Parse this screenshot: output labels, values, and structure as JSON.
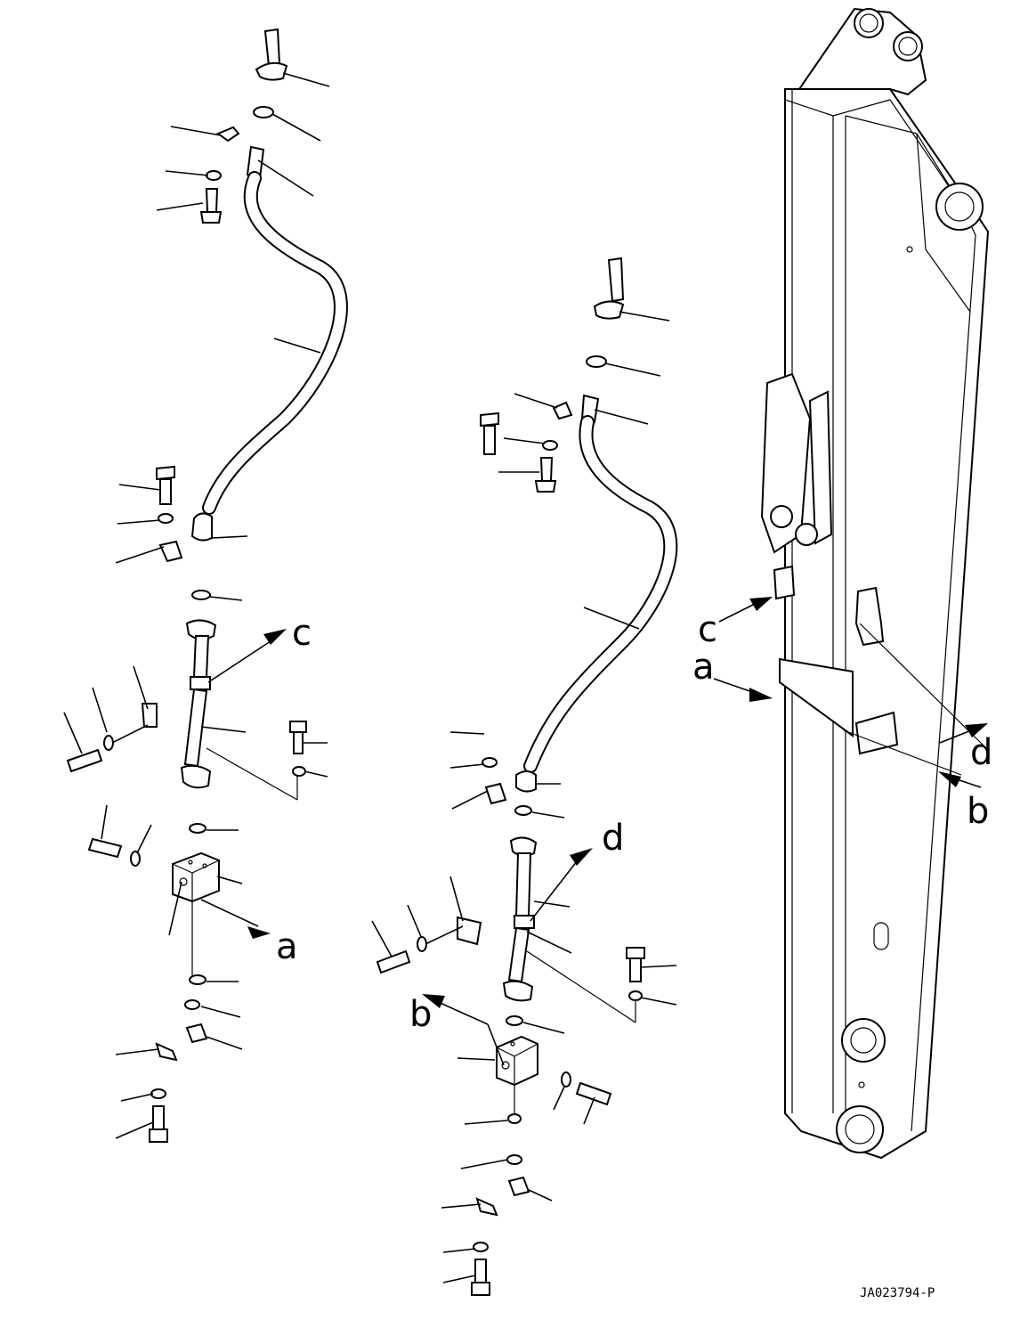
{
  "diagram": {
    "drawing_code": "JA023794-P",
    "callout_letters": {
      "a": "a",
      "b": "b",
      "c": "c",
      "d": "d"
    }
  }
}
